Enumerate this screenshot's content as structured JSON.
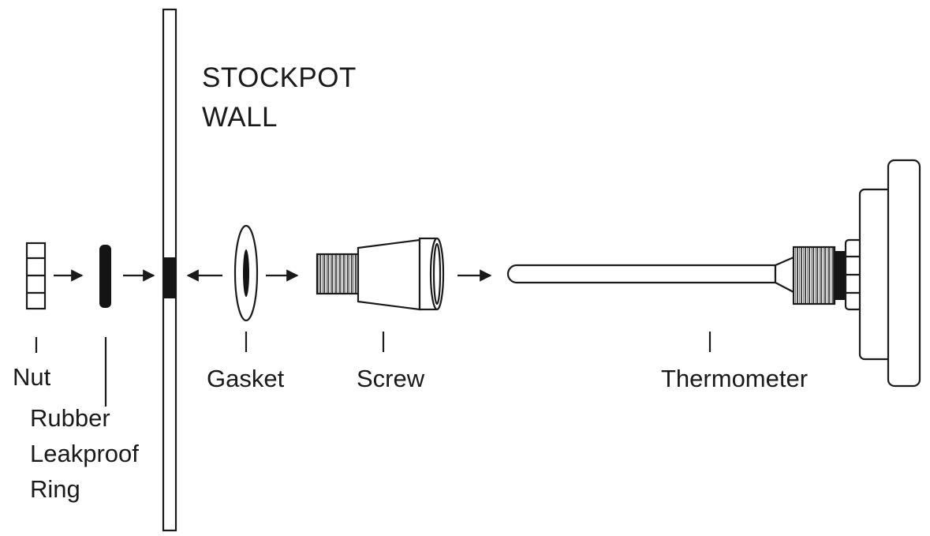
{
  "title": {
    "line1": "STOCKPOT",
    "line2": "WALL"
  },
  "parts": {
    "nut": "Nut",
    "ring_line1": "Rubber",
    "ring_line2": "Leakproof",
    "ring_line3": "Ring",
    "gasket": "Gasket",
    "screw": "Screw",
    "thermometer": "Thermometer"
  },
  "colors": {
    "ink": "#1a1a1a",
    "background": "#ffffff"
  }
}
